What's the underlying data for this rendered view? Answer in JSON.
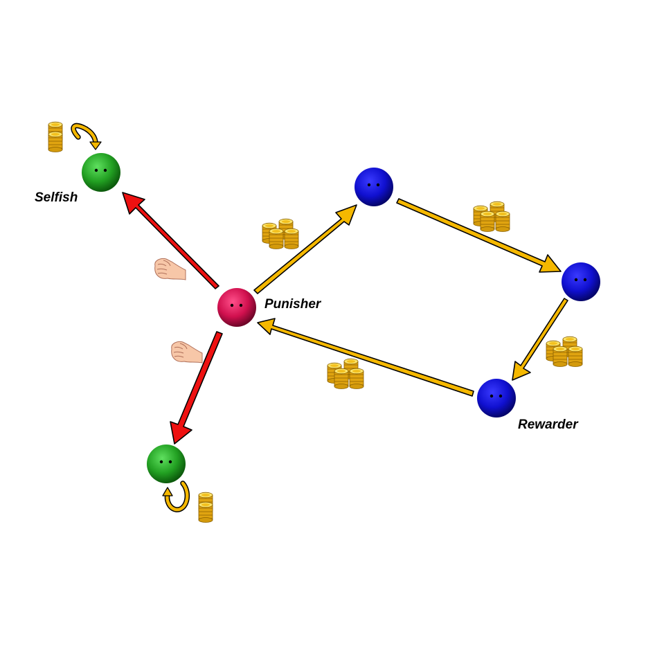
{
  "labels": {
    "selfish": "Selfish",
    "punisher": "Punisher",
    "rewarder": "Rewarder"
  },
  "colors": {
    "punisher": "#d0104e",
    "selfish": "#22a022",
    "cooperator": "#1010d0",
    "punish_arrow": "#ee1111",
    "reward_arrow": "#f5b800",
    "coin": "#f2c01e",
    "fist": "#f7c7a8"
  },
  "icons": [
    "coin-stack-icon",
    "fist-icon",
    "self-loop-arrow-icon",
    "eye-icon"
  ]
}
